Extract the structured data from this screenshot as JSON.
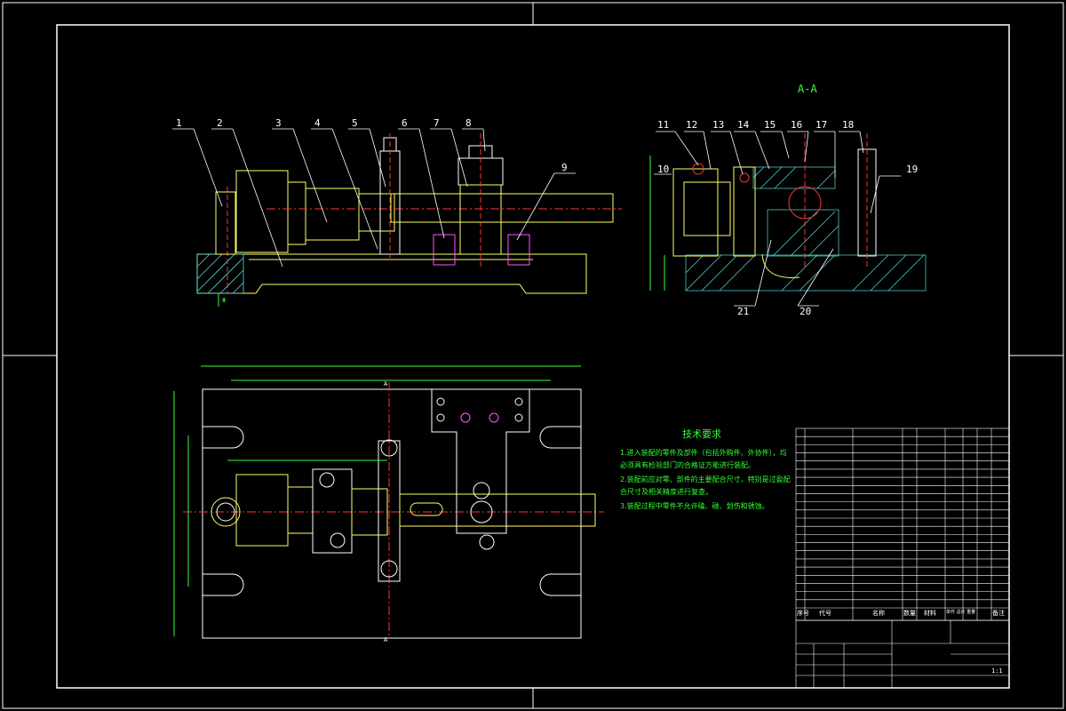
{
  "section_label": "A-A",
  "callouts_front": [
    "1",
    "2",
    "3",
    "4",
    "5",
    "6",
    "7",
    "8",
    "9"
  ],
  "callouts_section": [
    "11",
    "12",
    "13",
    "14",
    "15",
    "16",
    "17",
    "18",
    "19",
    "10",
    "21",
    "20"
  ],
  "tech_requirements": {
    "title": "技术要求",
    "lines": [
      "1.进入装配的零件及部件（包括外购件、外协件），均",
      "必须具有检验部门的合格证方能进行装配。",
      "2.装配前应对零、部件的主要配合尺寸，特别是过盈配",
      "合尺寸及相关精度进行复查。",
      "3.装配过程中零件不允许磕、碰、划伤和锈蚀。"
    ]
  },
  "bom_header": [
    "序号",
    "代号",
    "名称",
    "数量",
    "材料",
    "单件 总计 重量",
    "备注"
  ],
  "title_block": {
    "scale": "1:1"
  },
  "colors": {
    "background": "#000000",
    "outline": "#ffffff",
    "part_yellow": "#ffff66",
    "center_red": "#ff3333",
    "dimension_green": "#33ff33",
    "callout_white": "#ffffff",
    "hatch_cyan": "#55dddd",
    "magenta": "#ff55ff"
  }
}
